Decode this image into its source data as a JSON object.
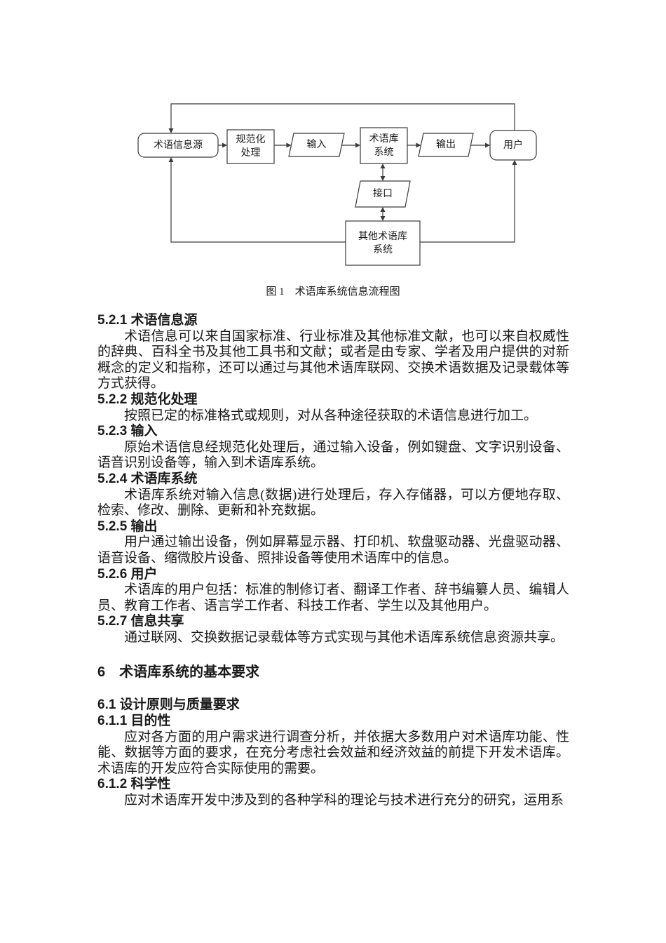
{
  "figure": {
    "caption": "图 1　术语库系统信息流程图",
    "nodes": {
      "source": "术语信息源",
      "normalize": [
        "规范化",
        "处理"
      ],
      "input": "输入",
      "system": [
        "术语库",
        "系统"
      ],
      "output": "输出",
      "user": "用户",
      "interface": "接口",
      "other": [
        "其他术语库",
        "系统"
      ]
    }
  },
  "content": {
    "sections": [
      {
        "heading": "5.2.1 术语信息源",
        "body": "术语信息可以来自国家标准、行业标准及其他标准文献，也可以来自权威性的辞典、百科全书及其他工具书和文献；或者是由专家、学者及用户提供的对新概念的定义和指称，还可以通过与其他术语库联网、交换术语数据及记录载体等方式获得。"
      },
      {
        "heading": "5.2.2 规范化处理",
        "body": "按照已定的标准格式或规则，对从各种途径获取的术语信息进行加工。"
      },
      {
        "heading": "5.2.3 输入",
        "body": "原始术语信息经规范化处理后，通过输入设备，例如键盘、文字识别设备、语音识别设备等，输入到术语库系统。"
      },
      {
        "heading": "5.2.4 术语库系统",
        "body": "术语库系统对输入信息(数据)进行处理后，存入存储器，可以方便地存取、检索、修改、删除、更新和补充数据。"
      },
      {
        "heading": "5.2.5 输出",
        "body": "用户通过输出设备，例如屏幕显示器、打印机、软盘驱动器、光盘驱动器、语音设备、缩微胶片设备、照排设备等使用术语库中的信息。"
      },
      {
        "heading": "5.2.6 用户",
        "body": "术语库的用户包括：标准的制修订者、翻译工作者、辞书编纂人员、编辑人员、教育工作者、语言学工作者、科技工作者、学生以及其他用户。"
      },
      {
        "heading": "5.2.7 信息共享",
        "body": "通过联网、交换数据记录载体等方式实现与其他术语库系统信息资源共享。"
      }
    ],
    "chapter6": {
      "heading": "6　术语库系统的基本要求",
      "subheading": "6.1 设计原则与质量要求",
      "items": [
        {
          "heading": "6.1.1 目的性",
          "body": "应对各方面的用户需求进行调查分析，并依据大多数用户对术语库功能、性能、数据等方面的要求，在充分考虑社会效益和经济效益的前提下开发术语库。术语库的开发应符合实际使用的需要。"
        },
        {
          "heading": "6.1.2 科学性",
          "body": "应对术语库开发中涉及到的各种学科的理论与技术进行充分的研究，运用系"
        }
      ]
    }
  },
  "colors": {
    "line": "#3a3a3a",
    "text": "#1a1a1a",
    "background": "#ffffff"
  }
}
